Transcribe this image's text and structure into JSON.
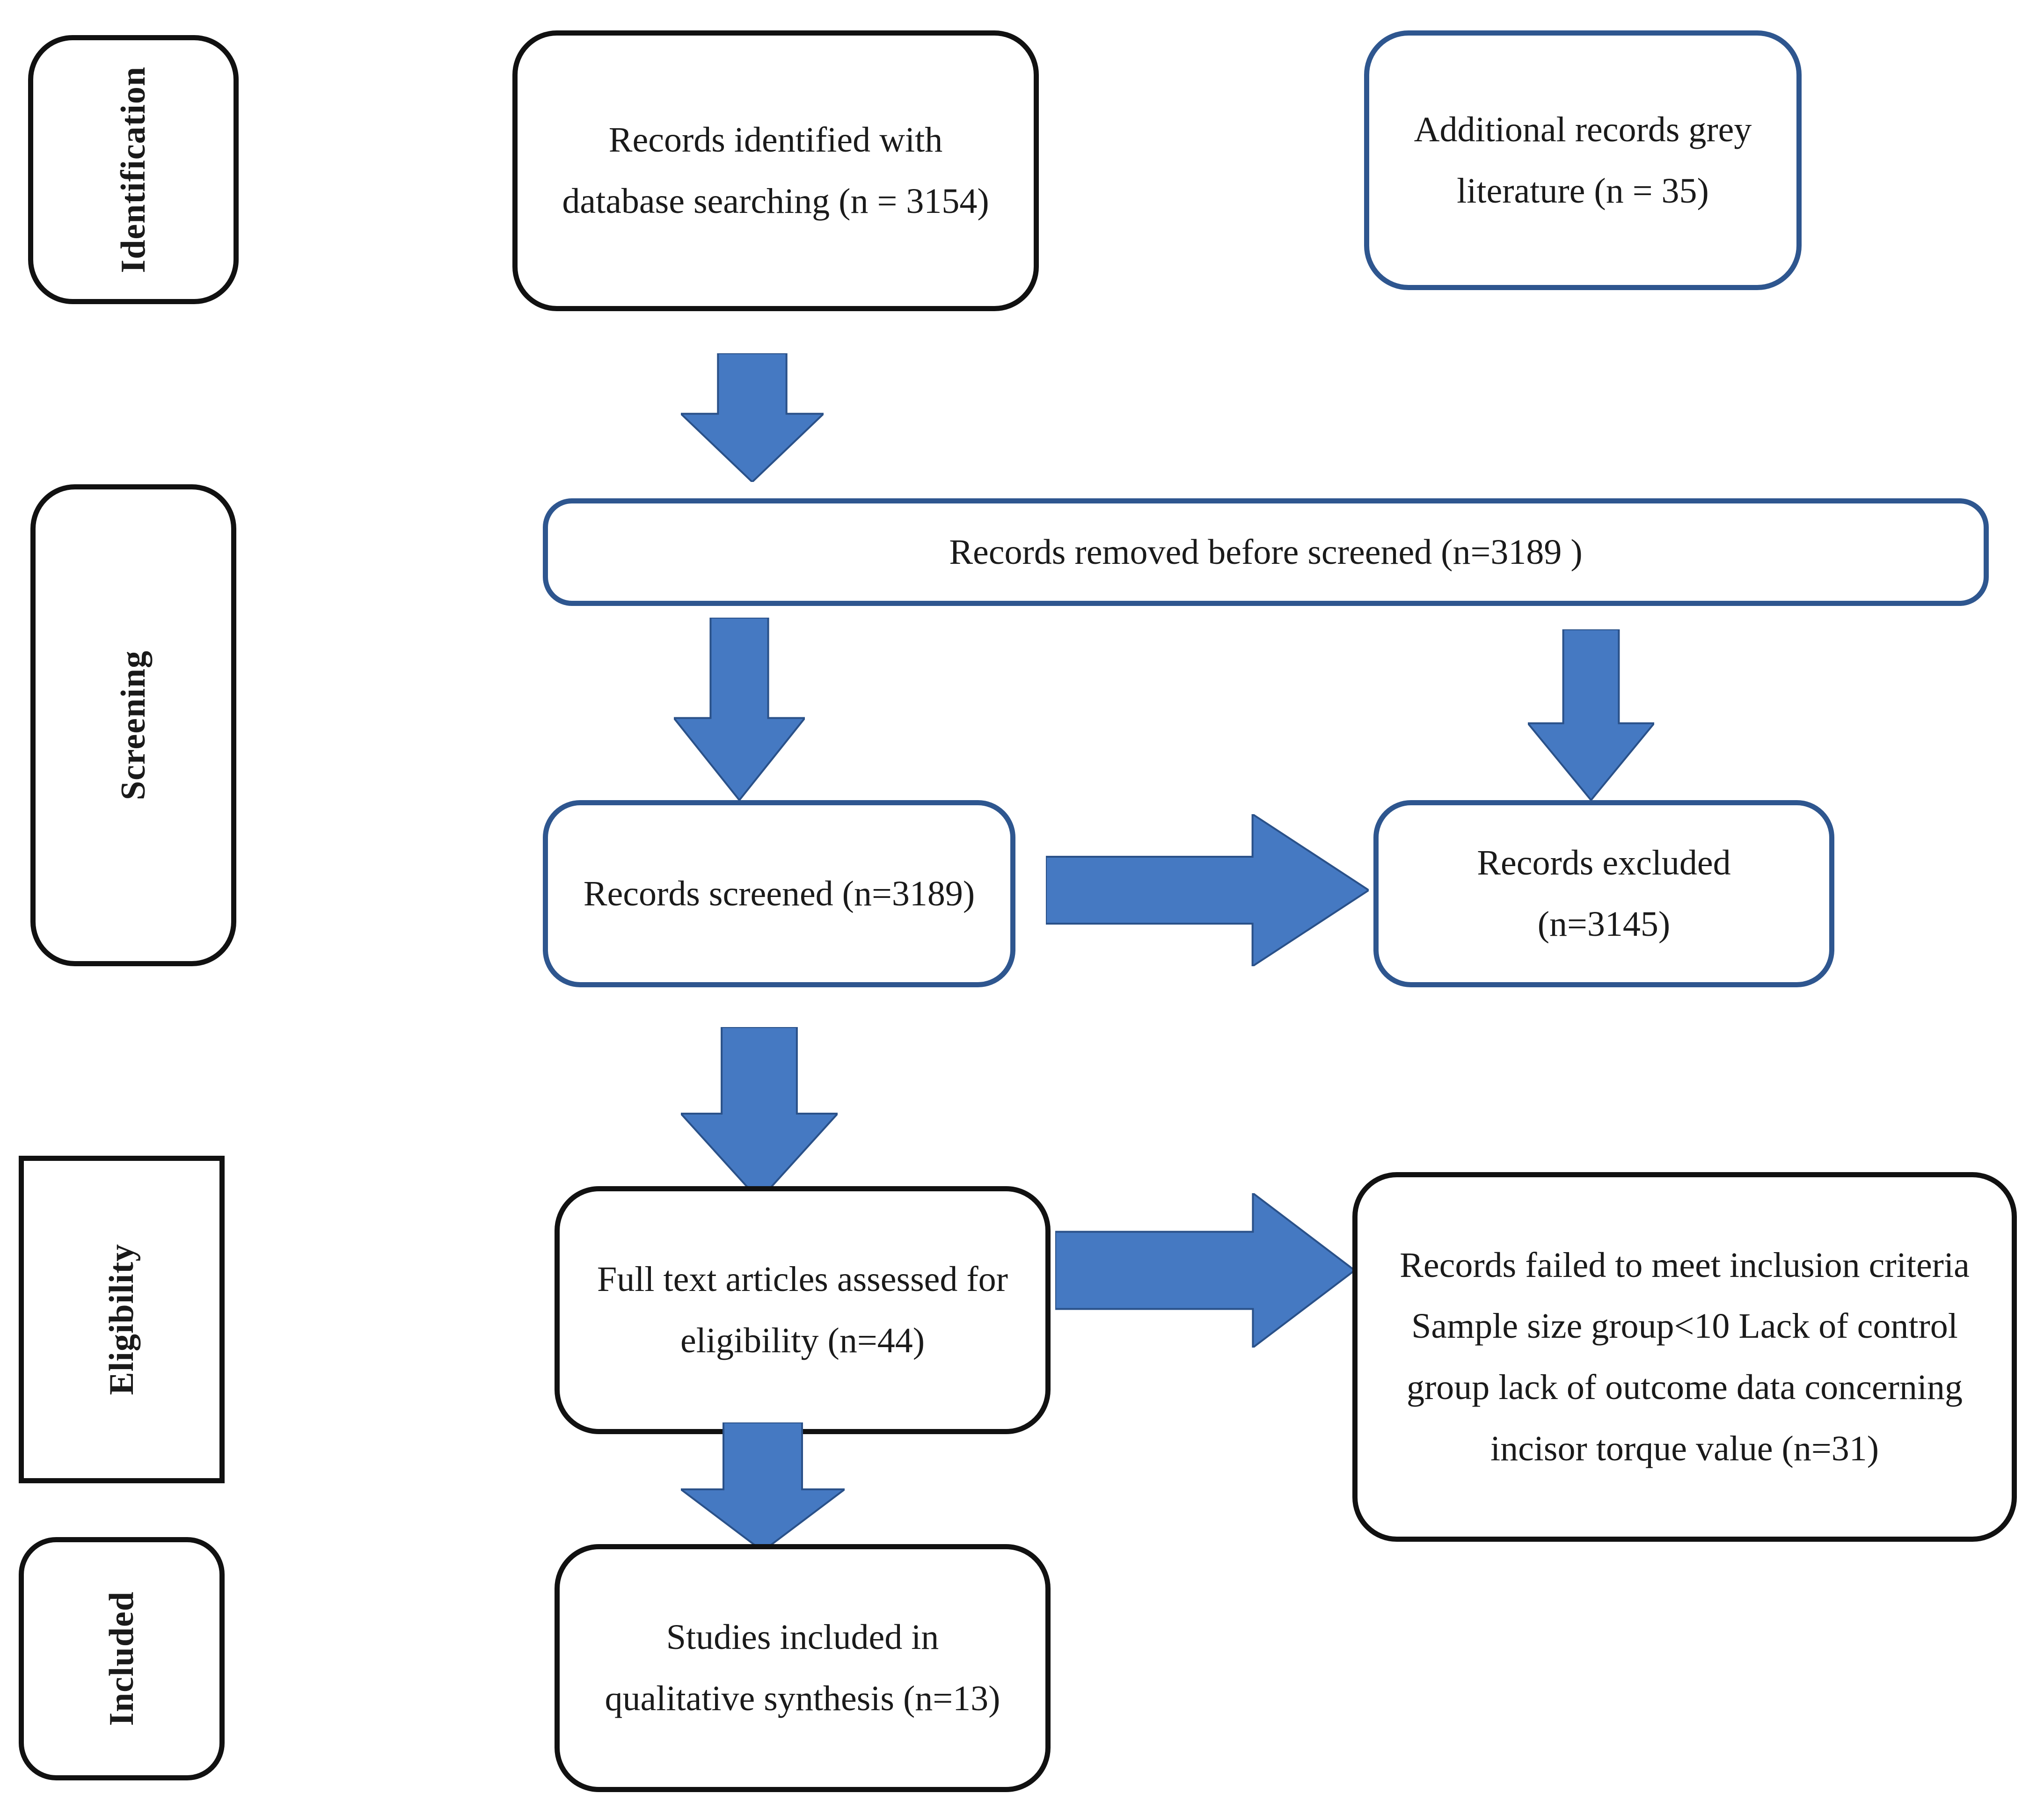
{
  "diagram": {
    "title": "PRISMA study selection flow diagram",
    "type": "prisma-flow",
    "colors": {
      "arrow_fill": "#4579C2",
      "arrow_stroke": "#2A5189",
      "blue_border": "#2E568F",
      "black_border": "#111111",
      "background": "#FFFFFF",
      "text": "#1A1A1A"
    }
  },
  "stages": [
    {
      "id": "identification",
      "label": "Identification",
      "border": "black",
      "shape": "rounded"
    },
    {
      "id": "screening",
      "label": "Screening",
      "border": "black",
      "shape": "rounded"
    },
    {
      "id": "eligibility",
      "label": "Eligibility",
      "border": "black",
      "shape": "square"
    },
    {
      "id": "included",
      "label": "Included",
      "border": "black",
      "shape": "rounded"
    }
  ],
  "nodes": {
    "records_identified": {
      "text": "Records identified with database searching (n = 3154)",
      "count": 3154,
      "border": "black"
    },
    "additional_records": {
      "text": "Additional records grey literature (n = 35)",
      "count": 35,
      "border": "blue"
    },
    "records_removed": {
      "text": "Records removed before screened (n=3189 )",
      "count": 3189,
      "border": "blue"
    },
    "records_screened": {
      "text": "Records screened (n=3189)",
      "count": 3189,
      "border": "blue"
    },
    "records_excluded": {
      "text": "Records excluded (n=3145)",
      "count": 3145,
      "border": "blue"
    },
    "full_text_assessed": {
      "text": "Full text articles assessed for eligibility (n=44)",
      "count": 44,
      "border": "black"
    },
    "records_failed": {
      "text": "Records failed to meet inclusion criteria Sample size group<10 Lack of control group   lack of outcome data concerning incisor torque value (n=31)",
      "count": 31,
      "border": "black"
    },
    "studies_included": {
      "text": "Studies included in qualitative synthesis (n=13)",
      "count": 13,
      "border": "black"
    }
  },
  "arrows": [
    {
      "id": "identified-to-removed",
      "direction": "down",
      "from": "records_identified",
      "to": "records_removed"
    },
    {
      "id": "removed-to-screened",
      "direction": "down",
      "from": "records_removed",
      "to": "records_screened"
    },
    {
      "id": "removed-to-excluded",
      "direction": "down",
      "from": "records_removed",
      "to": "records_excluded"
    },
    {
      "id": "screened-to-excluded",
      "direction": "right",
      "from": "records_screened",
      "to": "records_excluded"
    },
    {
      "id": "screened-to-fulltext",
      "direction": "down",
      "from": "records_screened",
      "to": "full_text_assessed"
    },
    {
      "id": "fulltext-to-failed",
      "direction": "right",
      "from": "full_text_assessed",
      "to": "records_failed"
    },
    {
      "id": "fulltext-to-included",
      "direction": "down",
      "from": "full_text_assessed",
      "to": "studies_included"
    }
  ]
}
